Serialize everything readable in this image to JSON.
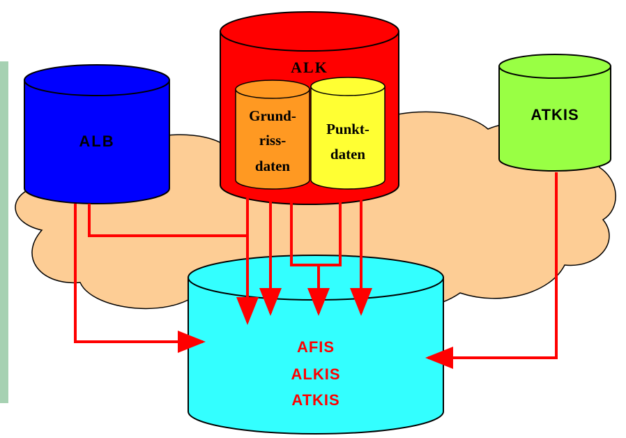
{
  "labels": {
    "alb": "ALB",
    "alk": "ALK",
    "grundriss_1": "Grund-",
    "grundriss_2": "riss-",
    "grundriss_3": "daten",
    "punkt_1": "Punkt-",
    "punkt_2": "daten",
    "atkis_top": "ATKIS",
    "target_1": "AFIS",
    "target_2": "ALKIS",
    "target_3": "ATKIS"
  },
  "colors": {
    "side_bar": "#a6d1b2",
    "cloud": "#fdcd95",
    "alb": "#0000ff",
    "alk": "#ff0000",
    "grundriss": "#ff9922",
    "punkt": "#ffff33",
    "atkis": "#99ff44",
    "target": "#33ffff",
    "arrows": "#ff0000",
    "target_text": "#ff0000"
  }
}
